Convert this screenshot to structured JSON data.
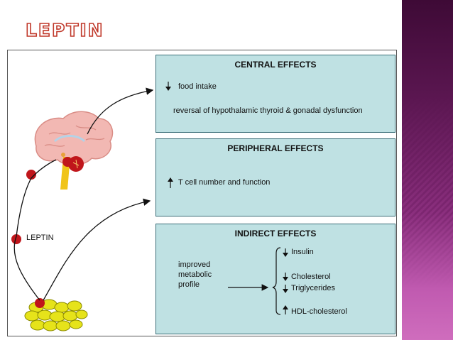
{
  "slide": {
    "title": "LEPTIN"
  },
  "diagram": {
    "leptin_label": "LEPTIN",
    "central": {
      "title": "CENTRAL EFFECTS",
      "items": [
        "food intake",
        "reversal of hypothalamic thyroid & gonadal dysfunction"
      ]
    },
    "peripheral": {
      "title": "PERIPHERAL EFFECTS",
      "items": [
        "T cell number and function"
      ]
    },
    "indirect": {
      "title": "INDIRECT EFFECTS",
      "left_lines": [
        "improved",
        "metabolic",
        "profile"
      ],
      "items": [
        "Insulin",
        "Cholesterol",
        "Triglycerides",
        "HDL-cholesterol"
      ]
    }
  },
  "colors": {
    "panel_fill": "#bfe1e3",
    "dot_red": "#c0161b",
    "title_stroke": "#c0392b"
  }
}
